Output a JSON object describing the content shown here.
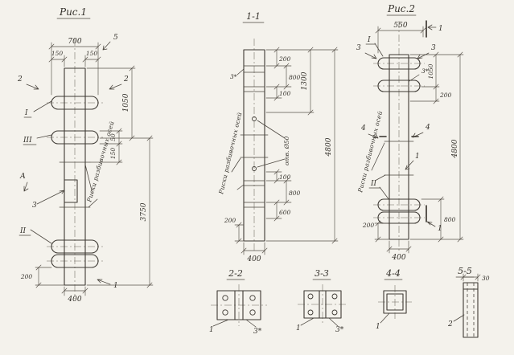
{
  "colors": {
    "paper": "#f4f2ec",
    "ink": "#3e3a34"
  },
  "fig1": {
    "title": "Рис.1",
    "dims": {
      "top_width": "700",
      "top_left": "150",
      "top_right": "150",
      "upper_height": "1050",
      "plate_thickness": "50",
      "plate_gap": "150",
      "lower_height": "3750",
      "bottom_offset": "200",
      "bottom_width": "400"
    },
    "marks": {
      "cut5": "5",
      "cut2_left": "2",
      "cut2_right": "2",
      "view_a": "А",
      "part1": "1"
    },
    "parts": {
      "p3": "3"
    },
    "romans": {
      "r1": "I",
      "r3": "III",
      "r2": "II"
    },
    "note": "Риски разбивочных осей"
  },
  "sec11": {
    "title": "1-1",
    "parts": {
      "p3s": "3*"
    },
    "dims": {
      "t200": "200",
      "t800": "800",
      "t100": "100",
      "t1300": "1300",
      "total": "4800",
      "b100": "100",
      "b800": "800",
      "b600": "600",
      "b200": "200",
      "b400": "400"
    },
    "holes_note": "отв. Ø50",
    "note": "Риски разбивочных осей"
  },
  "fig2": {
    "title": "Рис.2",
    "dims": {
      "top_width": "550",
      "upper_height": "1050",
      "t200": "200",
      "total": "4800",
      "b800": "800",
      "b200": "200",
      "b400": "400"
    },
    "marks": {
      "cut1_top": "1",
      "cut1_bottom": "1",
      "cut3_left": "3",
      "cut3_right": "3",
      "cut4_left": "4",
      "cut4_right": "4"
    },
    "romans": {
      "r1": "I",
      "r2": "II"
    },
    "parts": {
      "p3s": "3*",
      "p1": "1"
    },
    "note": "Риски разбивочных осей"
  },
  "sections": {
    "s22": {
      "title": "2-2",
      "p1": "1",
      "p3s": "3*"
    },
    "s33": {
      "title": "3-3",
      "p1": "1",
      "p3s": "3*"
    },
    "s44": {
      "title": "4-4",
      "p1": "1"
    },
    "s55": {
      "title": "5-5",
      "p2": "2",
      "dim30": "30"
    }
  }
}
